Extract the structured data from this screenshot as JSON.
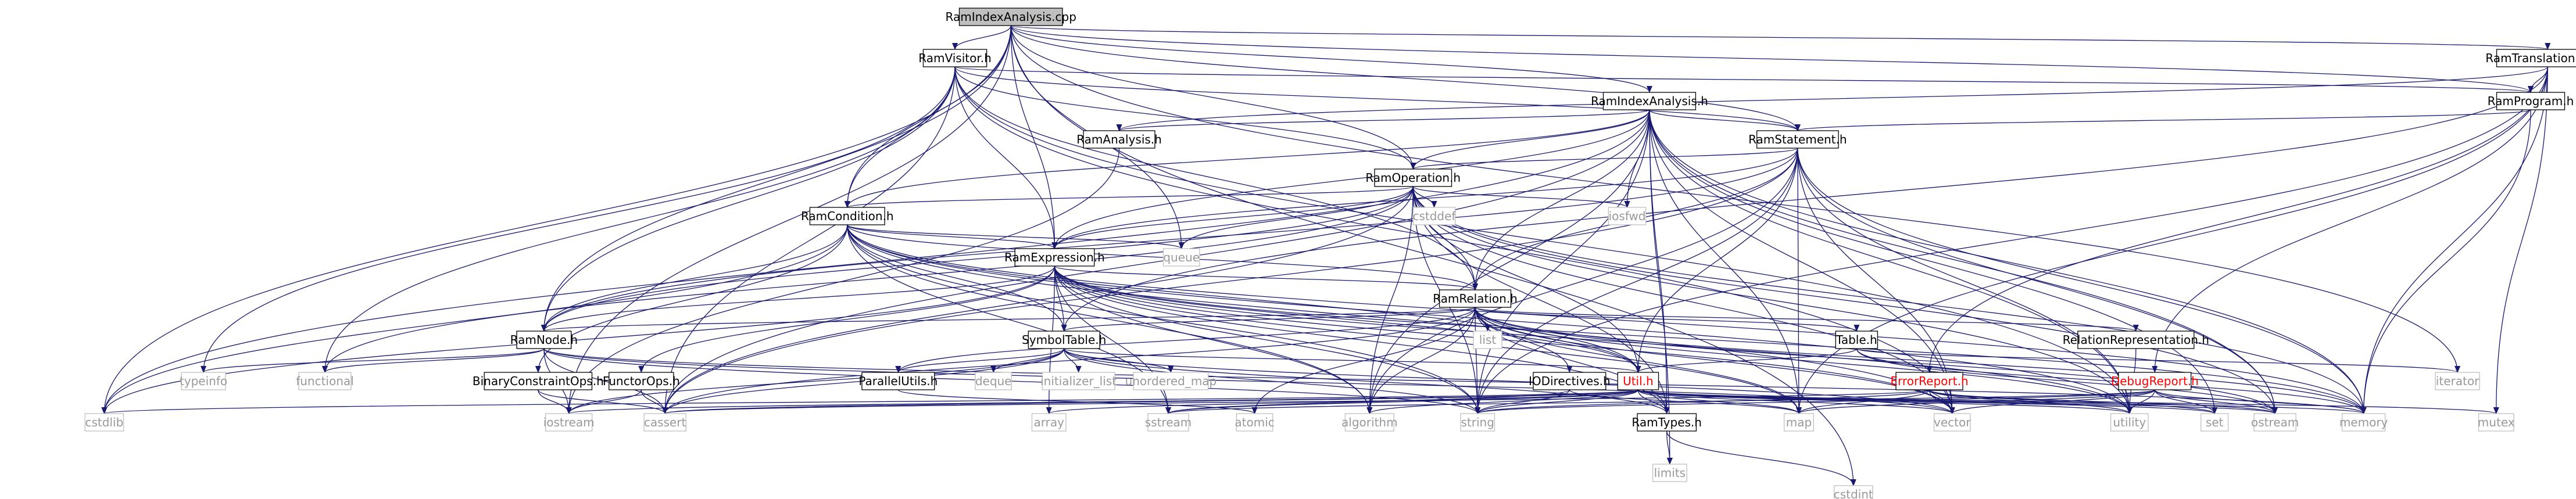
{
  "colors": {
    "edge": "#191970",
    "node_border": "#000000",
    "node_fill": "#ffffff",
    "root_fill": "#bfbfbf",
    "ext_border": "#bfbfbf",
    "ext_text": "#999999",
    "warn_text": "#ff0000"
  },
  "nodes": [
    {
      "id": "RamIndexAnalysis.cpp",
      "label": "RamIndexAnalysis.cpp",
      "kind": "root"
    },
    {
      "id": "RamVisitor.h",
      "label": "RamVisitor.h",
      "kind": "doc"
    },
    {
      "id": "RamTranslationUnit.h",
      "label": "RamTranslationUnit.h",
      "kind": "doc"
    },
    {
      "id": "RamIndexAnalysis.h",
      "label": "RamIndexAnalysis.h",
      "kind": "doc"
    },
    {
      "id": "RamProgram.h",
      "label": "RamProgram.h",
      "kind": "doc"
    },
    {
      "id": "RamAnalysis.h",
      "label": "RamAnalysis.h",
      "kind": "doc"
    },
    {
      "id": "RamStatement.h",
      "label": "RamStatement.h",
      "kind": "doc"
    },
    {
      "id": "RamOperation.h",
      "label": "RamOperation.h",
      "kind": "doc"
    },
    {
      "id": "RamCondition.h",
      "label": "RamCondition.h",
      "kind": "doc"
    },
    {
      "id": "RamExpression.h",
      "label": "RamExpression.h",
      "kind": "doc"
    },
    {
      "id": "RamRelation.h",
      "label": "RamRelation.h",
      "kind": "doc"
    },
    {
      "id": "RamNode.h",
      "label": "RamNode.h",
      "kind": "doc"
    },
    {
      "id": "SymbolTable.h",
      "label": "SymbolTable.h",
      "kind": "doc"
    },
    {
      "id": "Table.h",
      "label": "Table.h",
      "kind": "doc"
    },
    {
      "id": "RelationRepresentation.h",
      "label": "RelationRepresentation.h",
      "kind": "doc"
    },
    {
      "id": "BinaryConstraintOps.h",
      "label": "BinaryConstraintOps.h",
      "kind": "doc"
    },
    {
      "id": "FunctorOps.h",
      "label": "FunctorOps.h",
      "kind": "doc"
    },
    {
      "id": "ParallelUtils.h",
      "label": "ParallelUtils.h",
      "kind": "doc"
    },
    {
      "id": "IODirectives.h",
      "label": "IODirectives.h",
      "kind": "doc"
    },
    {
      "id": "Util.h",
      "label": "Util.h",
      "kind": "warn"
    },
    {
      "id": "RamTypes.h",
      "label": "RamTypes.h",
      "kind": "doc"
    },
    {
      "id": "ErrorReport.h",
      "label": "ErrorReport.h",
      "kind": "warn"
    },
    {
      "id": "DebugReport.h",
      "label": "DebugReport.h",
      "kind": "warn"
    },
    {
      "id": "cstddef",
      "label": "cstddef",
      "kind": "ext"
    },
    {
      "id": "iosfwd",
      "label": "iosfwd",
      "kind": "ext"
    },
    {
      "id": "queue",
      "label": "queue",
      "kind": "ext"
    },
    {
      "id": "list",
      "label": "list",
      "kind": "ext"
    },
    {
      "id": "typeinfo",
      "label": "typeinfo",
      "kind": "ext"
    },
    {
      "id": "functional",
      "label": "functional",
      "kind": "ext"
    },
    {
      "id": "cstdlib",
      "label": "cstdlib",
      "kind": "ext"
    },
    {
      "id": "iostream",
      "label": "iostream",
      "kind": "ext"
    },
    {
      "id": "cassert",
      "label": "cassert",
      "kind": "ext"
    },
    {
      "id": "array",
      "label": "array",
      "kind": "ext"
    },
    {
      "id": "sstream",
      "label": "sstream",
      "kind": "ext"
    },
    {
      "id": "atomic",
      "label": "atomic",
      "kind": "ext"
    },
    {
      "id": "algorithm",
      "label": "algorithm",
      "kind": "ext"
    },
    {
      "id": "string",
      "label": "string",
      "kind": "ext"
    },
    {
      "id": "map",
      "label": "map",
      "kind": "ext"
    },
    {
      "id": "vector",
      "label": "vector",
      "kind": "ext"
    },
    {
      "id": "utility",
      "label": "utility",
      "kind": "ext"
    },
    {
      "id": "set",
      "label": "set",
      "kind": "ext"
    },
    {
      "id": "ostream",
      "label": "ostream",
      "kind": "ext"
    },
    {
      "id": "memory",
      "label": "memory",
      "kind": "ext"
    },
    {
      "id": "mutex",
      "label": "mutex",
      "kind": "ext"
    },
    {
      "id": "iterator",
      "label": "iterator",
      "kind": "ext"
    },
    {
      "id": "deque",
      "label": "deque",
      "kind": "ext"
    },
    {
      "id": "initializer_list",
      "label": "initializer_list",
      "kind": "ext"
    },
    {
      "id": "unordered_map",
      "label": "unordered_map",
      "kind": "ext"
    },
    {
      "id": "limits",
      "label": "limits",
      "kind": "ext"
    },
    {
      "id": "cstdint",
      "label": "cstdint",
      "kind": "ext"
    }
  ],
  "edges": [
    [
      "RamIndexAnalysis.cpp",
      "RamVisitor.h"
    ],
    [
      "RamIndexAnalysis.cpp",
      "RamTranslationUnit.h"
    ],
    [
      "RamIndexAnalysis.cpp",
      "RamIndexAnalysis.h"
    ],
    [
      "RamIndexAnalysis.cpp",
      "RamNode.h"
    ],
    [
      "RamIndexAnalysis.cpp",
      "RamCondition.h"
    ],
    [
      "RamIndexAnalysis.cpp",
      "RamOperation.h"
    ],
    [
      "RamIndexAnalysis.cpp",
      "RamExpression.h"
    ],
    [
      "RamIndexAnalysis.cpp",
      "RamStatement.h"
    ],
    [
      "RamIndexAnalysis.cpp",
      "RamProgram.h"
    ],
    [
      "RamIndexAnalysis.cpp",
      "cstdlib"
    ],
    [
      "RamIndexAnalysis.cpp",
      "iostream"
    ],
    [
      "RamIndexAnalysis.cpp",
      "queue"
    ],
    [
      "RamIndexAnalysis.cpp",
      "iterator"
    ],
    [
      "RamIndexAnalysis.cpp",
      "cstdint"
    ],
    [
      "RamVisitor.h",
      "RamProgram.h"
    ],
    [
      "RamVisitor.h",
      "RamStatement.h"
    ],
    [
      "RamVisitor.h",
      "RamOperation.h"
    ],
    [
      "RamVisitor.h",
      "RamCondition.h"
    ],
    [
      "RamVisitor.h",
      "RamExpression.h"
    ],
    [
      "RamVisitor.h",
      "RamNode.h"
    ],
    [
      "RamVisitor.h",
      "RamRelation.h"
    ],
    [
      "RamVisitor.h",
      "typeinfo"
    ],
    [
      "RamVisitor.h",
      "functional"
    ],
    [
      "RamVisitor.h",
      "utility"
    ],
    [
      "RamVisitor.h",
      "vector"
    ],
    [
      "RamVisitor.h",
      "cassert"
    ],
    [
      "RamTranslationUnit.h",
      "RamAnalysis.h"
    ],
    [
      "RamTranslationUnit.h",
      "RamProgram.h"
    ],
    [
      "RamTranslationUnit.h",
      "SymbolTable.h"
    ],
    [
      "RamTranslationUnit.h",
      "ErrorReport.h"
    ],
    [
      "RamTranslationUnit.h",
      "DebugReport.h"
    ],
    [
      "RamTranslationUnit.h",
      "map"
    ],
    [
      "RamTranslationUnit.h",
      "memory"
    ],
    [
      "RamTranslationUnit.h",
      "mutex"
    ],
    [
      "RamTranslationUnit.h",
      "string"
    ],
    [
      "RamIndexAnalysis.h",
      "RamAnalysis.h"
    ],
    [
      "RamIndexAnalysis.h",
      "RamStatement.h"
    ],
    [
      "RamIndexAnalysis.h",
      "RamOperation.h"
    ],
    [
      "RamIndexAnalysis.h",
      "RamRelation.h"
    ],
    [
      "RamIndexAnalysis.h",
      "RamTypes.h"
    ],
    [
      "RamIndexAnalysis.h",
      "RamCondition.h"
    ],
    [
      "RamIndexAnalysis.h",
      "RamExpression.h"
    ],
    [
      "RamIndexAnalysis.h",
      "iosfwd"
    ],
    [
      "RamIndexAnalysis.h",
      "algorithm"
    ],
    [
      "RamIndexAnalysis.h",
      "cassert"
    ],
    [
      "RamIndexAnalysis.h",
      "cstdlib"
    ],
    [
      "RamIndexAnalysis.h",
      "limits"
    ],
    [
      "RamIndexAnalysis.h",
      "map"
    ],
    [
      "RamIndexAnalysis.h",
      "memory"
    ],
    [
      "RamIndexAnalysis.h",
      "set"
    ],
    [
      "RamIndexAnalysis.h",
      "string"
    ],
    [
      "RamIndexAnalysis.h",
      "utility"
    ],
    [
      "RamIndexAnalysis.h",
      "vector"
    ],
    [
      "RamIndexAnalysis.h",
      "ostream"
    ],
    [
      "RamProgram.h",
      "RamStatement.h"
    ],
    [
      "RamProgram.h",
      "memory"
    ],
    [
      "RamAnalysis.h",
      "iostream"
    ],
    [
      "RamStatement.h",
      "RamOperation.h"
    ],
    [
      "RamStatement.h",
      "RamRelation.h"
    ],
    [
      "RamStatement.h",
      "RamExpression.h"
    ],
    [
      "RamStatement.h",
      "RamNode.h"
    ],
    [
      "RamStatement.h",
      "Util.h"
    ],
    [
      "RamStatement.h",
      "algorithm"
    ],
    [
      "RamStatement.h",
      "memory"
    ],
    [
      "RamStatement.h",
      "string"
    ],
    [
      "RamStatement.h",
      "vector"
    ],
    [
      "RamStatement.h",
      "utility"
    ],
    [
      "RamStatement.h",
      "map"
    ],
    [
      "RamStatement.h",
      "ostream"
    ],
    [
      "RamStatement.h",
      "cassert"
    ],
    [
      "RamOperation.h",
      "RamCondition.h"
    ],
    [
      "RamOperation.h",
      "RamExpression.h"
    ],
    [
      "RamOperation.h",
      "RamRelation.h"
    ],
    [
      "RamOperation.h",
      "RamNode.h"
    ],
    [
      "RamOperation.h",
      "RamTypes.h"
    ],
    [
      "RamOperation.h",
      "Util.h"
    ],
    [
      "RamOperation.h",
      "cstddef"
    ],
    [
      "RamOperation.h",
      "iosfwd"
    ],
    [
      "RamOperation.h",
      "queue"
    ],
    [
      "RamOperation.h",
      "algorithm"
    ],
    [
      "RamOperation.h",
      "cassert"
    ],
    [
      "RamOperation.h",
      "memory"
    ],
    [
      "RamOperation.h",
      "string"
    ],
    [
      "RamOperation.h",
      "utility"
    ],
    [
      "RamOperation.h",
      "vector"
    ],
    [
      "RamOperation.h",
      "functional"
    ],
    [
      "RamOperation.h",
      "ostream"
    ],
    [
      "RamCondition.h",
      "RamExpression.h"
    ],
    [
      "RamCondition.h",
      "RamRelation.h"
    ],
    [
      "RamCondition.h",
      "RamNode.h"
    ],
    [
      "RamCondition.h",
      "SymbolTable.h"
    ],
    [
      "RamCondition.h",
      "BinaryConstraintOps.h"
    ],
    [
      "RamCondition.h",
      "Util.h"
    ],
    [
      "RamCondition.h",
      "queue"
    ],
    [
      "RamCondition.h",
      "algorithm"
    ],
    [
      "RamCondition.h",
      "cstdlib"
    ],
    [
      "RamCondition.h",
      "memory"
    ],
    [
      "RamCondition.h",
      "sstream"
    ],
    [
      "RamCondition.h",
      "string"
    ],
    [
      "RamCondition.h",
      "utility"
    ],
    [
      "RamCondition.h",
      "vector"
    ],
    [
      "RamExpression.h",
      "RamRelation.h"
    ],
    [
      "RamExpression.h",
      "RamNode.h"
    ],
    [
      "RamExpression.h",
      "SymbolTable.h"
    ],
    [
      "RamExpression.h",
      "FunctorOps.h"
    ],
    [
      "RamExpression.h",
      "RamTypes.h"
    ],
    [
      "RamExpression.h",
      "Util.h"
    ],
    [
      "RamExpression.h",
      "array"
    ],
    [
      "RamExpression.h",
      "cstdlib"
    ],
    [
      "RamExpression.h",
      "string"
    ],
    [
      "RamExpression.h",
      "utility"
    ],
    [
      "RamExpression.h",
      "vector"
    ],
    [
      "RamExpression.h",
      "algorithm"
    ],
    [
      "RamExpression.h",
      "sstream"
    ],
    [
      "RamExpression.h",
      "memory"
    ],
    [
      "RamExpression.h",
      "map"
    ],
    [
      "RamRelation.h",
      "RamNode.h"
    ],
    [
      "RamRelation.h",
      "SymbolTable.h"
    ],
    [
      "RamRelation.h",
      "Table.h"
    ],
    [
      "RamRelation.h",
      "RelationRepresentation.h"
    ],
    [
      "RamRelation.h",
      "IODirectives.h"
    ],
    [
      "RamRelation.h",
      "ParallelUtils.h"
    ],
    [
      "RamRelation.h",
      "Util.h"
    ],
    [
      "RamRelation.h",
      "RamTypes.h"
    ],
    [
      "RamRelation.h",
      "list"
    ],
    [
      "RamRelation.h",
      "algorithm"
    ],
    [
      "RamRelation.h",
      "cassert"
    ],
    [
      "RamRelation.h",
      "map"
    ],
    [
      "RamRelation.h",
      "memory"
    ],
    [
      "RamRelation.h",
      "string"
    ],
    [
      "RamRelation.h",
      "utility"
    ],
    [
      "RamRelation.h",
      "vector"
    ],
    [
      "RamRelation.h",
      "ostream"
    ],
    [
      "RamRelation.h",
      "atomic"
    ],
    [
      "RamNode.h",
      "typeinfo"
    ],
    [
      "RamNode.h",
      "functional"
    ],
    [
      "RamNode.h",
      "iostream"
    ],
    [
      "RamNode.h",
      "cassert"
    ],
    [
      "RamNode.h",
      "memory"
    ],
    [
      "RamNode.h",
      "string"
    ],
    [
      "RamNode.h",
      "vector"
    ],
    [
      "SymbolTable.h",
      "ParallelUtils.h"
    ],
    [
      "SymbolTable.h",
      "RamTypes.h"
    ],
    [
      "SymbolTable.h",
      "Util.h"
    ],
    [
      "SymbolTable.h",
      "deque"
    ],
    [
      "SymbolTable.h",
      "initializer_list"
    ],
    [
      "SymbolTable.h",
      "unordered_map"
    ],
    [
      "SymbolTable.h",
      "iostream"
    ],
    [
      "SymbolTable.h",
      "string"
    ],
    [
      "SymbolTable.h",
      "vector"
    ],
    [
      "SymbolTable.h",
      "cassert"
    ],
    [
      "Table.h",
      "Util.h"
    ],
    [
      "Table.h",
      "iterator"
    ],
    [
      "Table.h",
      "memory"
    ],
    [
      "Table.h",
      "ostream"
    ],
    [
      "RelationRepresentation.h",
      "utility"
    ],
    [
      "BinaryConstraintOps.h",
      "cassert"
    ],
    [
      "BinaryConstraintOps.h",
      "iostream"
    ],
    [
      "FunctorOps.h",
      "cassert"
    ],
    [
      "FunctorOps.h",
      "iostream"
    ],
    [
      "ParallelUtils.h",
      "atomic"
    ],
    [
      "IODirectives.h",
      "map"
    ],
    [
      "IODirectives.h",
      "sstream"
    ],
    [
      "IODirectives.h",
      "string"
    ],
    [
      "Util.h",
      "RamTypes.h"
    ],
    [
      "Util.h",
      "algorithm"
    ],
    [
      "Util.h",
      "array"
    ],
    [
      "Util.h",
      "cassert"
    ],
    [
      "Util.h",
      "cstdlib"
    ],
    [
      "Util.h",
      "iostream"
    ],
    [
      "Util.h",
      "map"
    ],
    [
      "Util.h",
      "memory"
    ],
    [
      "Util.h",
      "set"
    ],
    [
      "Util.h",
      "sstream"
    ],
    [
      "Util.h",
      "string"
    ],
    [
      "Util.h",
      "utility"
    ],
    [
      "Util.h",
      "vector"
    ],
    [
      "Util.h",
      "ostream"
    ],
    [
      "Util.h",
      "mutex"
    ],
    [
      "RamTypes.h",
      "cstdint"
    ],
    [
      "RamTypes.h",
      "limits"
    ],
    [
      "ErrorReport.h",
      "map"
    ],
    [
      "ErrorReport.h",
      "set"
    ],
    [
      "ErrorReport.h",
      "string"
    ],
    [
      "ErrorReport.h",
      "utility"
    ],
    [
      "ErrorReport.h",
      "vector"
    ],
    [
      "ErrorReport.h",
      "ostream"
    ],
    [
      "ErrorReport.h",
      "cassert"
    ],
    [
      "DebugReport.h",
      "map"
    ],
    [
      "DebugReport.h",
      "memory"
    ],
    [
      "DebugReport.h",
      "ostream"
    ],
    [
      "DebugReport.h",
      "set"
    ],
    [
      "DebugReport.h",
      "sstream"
    ],
    [
      "DebugReport.h",
      "string"
    ],
    [
      "DebugReport.h",
      "utility"
    ],
    [
      "DebugReport.h",
      "vector"
    ]
  ]
}
